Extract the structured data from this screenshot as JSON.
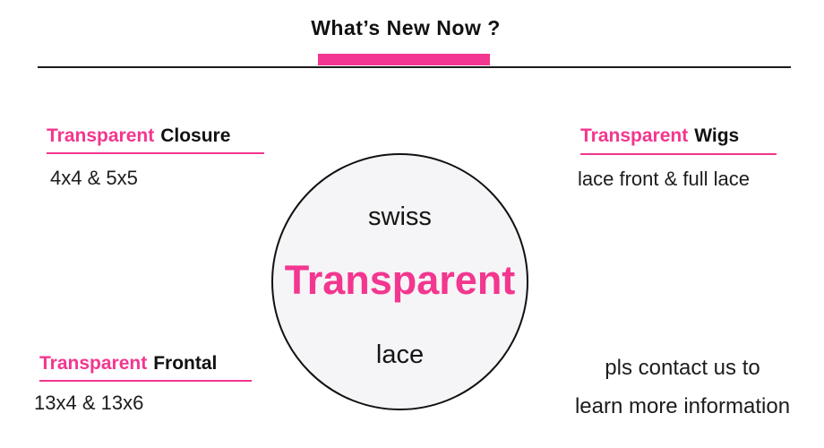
{
  "colors": {
    "accent_pink": "#f3368f",
    "circle_fill": "#f5f4f6",
    "text_dark": "#111111"
  },
  "header": {
    "title": "What’s New Now ?"
  },
  "sections": {
    "top_left": {
      "highlight": "Transparent",
      "rest": "Closure",
      "subtext": "4x4 & 5x5"
    },
    "top_right": {
      "highlight": "Transparent",
      "rest": "Wigs",
      "subtext": "lace front & full lace"
    },
    "bottom_left": {
      "highlight": "Transparent",
      "rest": "Frontal",
      "subtext": "13x4 & 13x6"
    },
    "bottom_right": {
      "line1": "pls contact us to",
      "line2": "learn more information"
    }
  },
  "circle": {
    "top_word": "swiss",
    "main_word": "Transparent",
    "bottom_word": "lace"
  }
}
